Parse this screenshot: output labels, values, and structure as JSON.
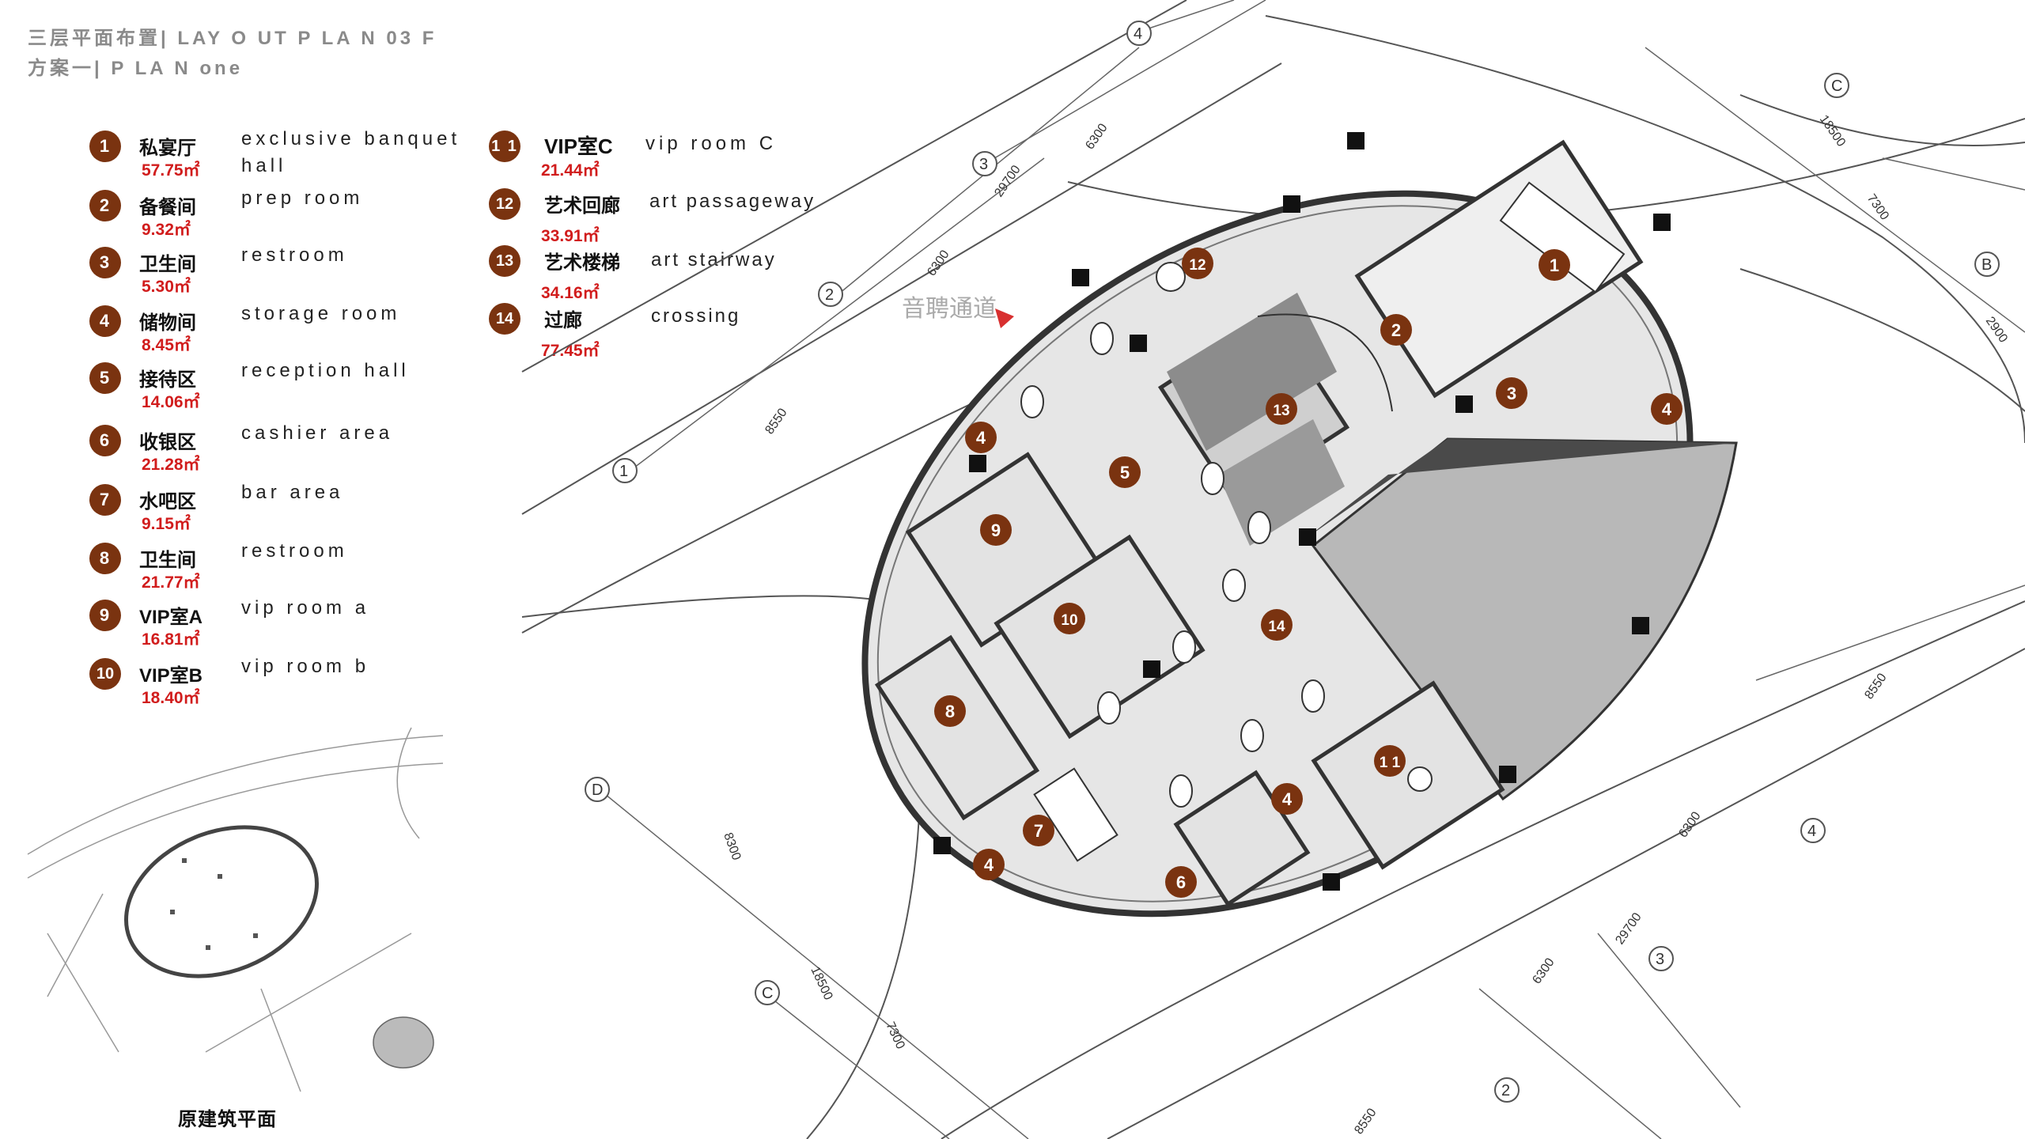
{
  "header": {
    "title_line1": "三层平面布置|  LAY O UT  P LA N  03 F",
    "title_line2": "方案一|  P LA N  one"
  },
  "legend": [
    {
      "num": "1",
      "zh": "私宴厅",
      "area": "57.75㎡",
      "en": "exclusive banquet hall"
    },
    {
      "num": "2",
      "zh": "备餐间",
      "area": "9.32㎡",
      "en": "prep room"
    },
    {
      "num": "3",
      "zh": "卫生间",
      "area": "5.30㎡",
      "en": "restroom"
    },
    {
      "num": "4",
      "zh": "储物间",
      "area": "8.45㎡",
      "en": "storage room"
    },
    {
      "num": "5",
      "zh": "接待区",
      "area": "14.06㎡",
      "en": "reception hall"
    },
    {
      "num": "6",
      "zh": "收银区",
      "area": "21.28㎡",
      "en": "cashier area"
    },
    {
      "num": "7",
      "zh": "水吧区",
      "area": "9.15㎡",
      "en": "bar area"
    },
    {
      "num": "8",
      "zh": "卫生间",
      "area": "21.77㎡",
      "en": "restroom"
    },
    {
      "num": "9",
      "zh": "VIP室A",
      "area": "16.81㎡",
      "en": "vip room a"
    },
    {
      "num": "10",
      "zh": "VIP室B",
      "area": "18.40㎡",
      "en": "vip room b"
    },
    {
      "num": "1 1",
      "zh": "VIP室C",
      "area": "21.44㎡",
      "en": "vip room C"
    },
    {
      "num": "12",
      "zh": "艺术回廊",
      "area": "33.91㎡",
      "en": "art passageway"
    },
    {
      "num": "13",
      "zh": "艺术楼梯",
      "area": "34.16㎡",
      "en": "art stairway"
    },
    {
      "num": "14",
      "zh": "过廊",
      "area": "77.45㎡",
      "en": "crossing"
    }
  ],
  "plan": {
    "entrance_label": "音聘通道",
    "grid_labels": [
      "1",
      "2",
      "3",
      "4",
      "B",
      "C",
      "D"
    ],
    "dimensions": [
      "6300",
      "29700",
      "6300",
      "8550",
      "18500",
      "7300",
      "2900",
      "8300",
      "6300",
      "29700",
      "6300",
      "8550",
      "18500",
      "7300",
      "8550"
    ],
    "colors": {
      "badge": "#7a3310",
      "area_text": "#d11c1c",
      "room_fill": "#e3e3e3",
      "shade_fill": "#b5b5b5",
      "wall": "#333333"
    }
  },
  "thumbnail": {
    "caption": "原建筑平面"
  }
}
